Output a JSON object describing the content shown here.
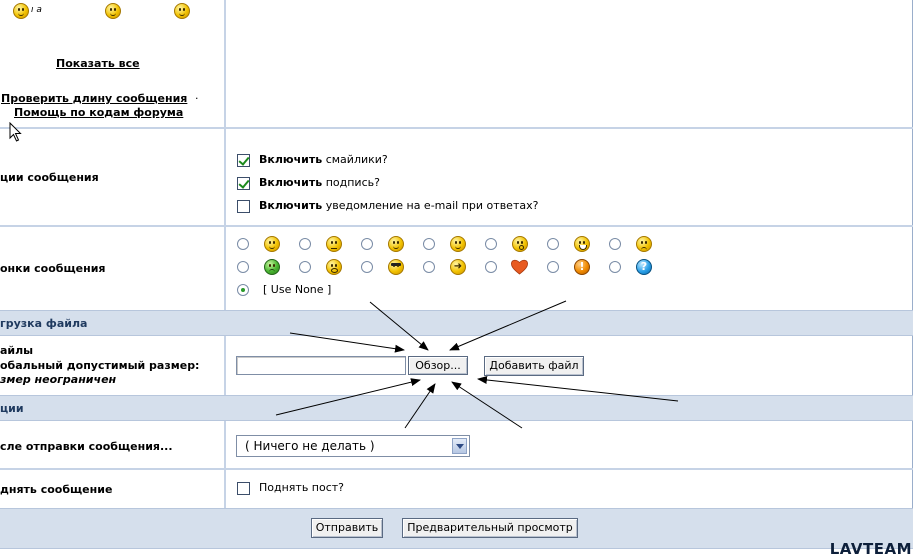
{
  "emoticons_panel": {
    "show_all_link": "Показать все",
    "check_length_link": "Проверить длину сообщения",
    "separator": "·",
    "forum_codes_help_link": "Помощь по кодам форума"
  },
  "message_options": {
    "label": "ции сообщения",
    "enable_word": "Включить",
    "options": [
      {
        "rest": "смайлики?",
        "checked": true
      },
      {
        "rest": "подпись?",
        "checked": true
      },
      {
        "rest": "уведомление на e-mail при ответах?",
        "checked": false
      }
    ]
  },
  "message_icons": {
    "label": "онки сообщения",
    "use_none_label": "[ Use None ]",
    "row1_icons": [
      "smile-icon",
      "neutral-icon",
      "wink-icon",
      "cool-smile-icon",
      "surprised-icon",
      "grin-icon",
      "angry-icon"
    ],
    "row2_icons": [
      "sick-icon",
      "confused-icon",
      "sunglasses-icon",
      "arrow-icon",
      "heart-icon",
      "exclamation-icon",
      "question-icon"
    ]
  },
  "upload_section": {
    "header": "грузка файла",
    "files_label": "айлы",
    "max_size_label": "обальный допустимый размер:",
    "size_note": "змер неограничен",
    "browse_button": "Обзор...",
    "add_file_button": "Добавить файл",
    "file_input_value": ""
  },
  "options_section": {
    "header": "ции"
  },
  "after_post": {
    "label": "сле отправки сообщения...",
    "selected": "( Ничего не делать )"
  },
  "bump": {
    "label": "днять сообщение",
    "checkbox_label": "Поднять пост?",
    "checked": false
  },
  "actions": {
    "submit_button": "Отправить",
    "preview_button": "Предварительный просмотр"
  },
  "watermark": "LAVTEAM",
  "colors": {
    "band": "#d5dfec",
    "divider": "#c6d3e6",
    "check_mark": "#1c8a1c"
  }
}
